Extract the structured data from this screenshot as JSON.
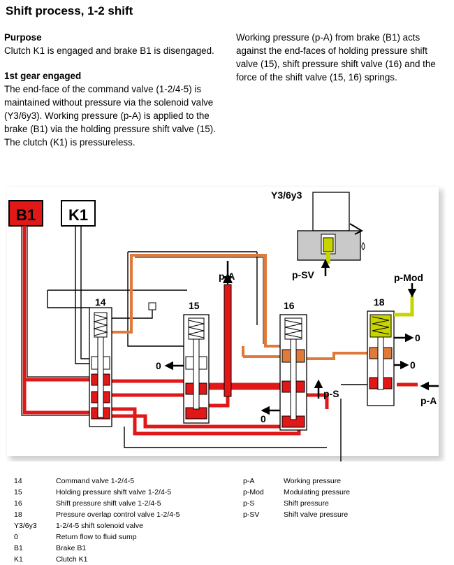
{
  "title": "Shift process, 1-2 shift",
  "purpose": {
    "heading": "Purpose",
    "text": "Clutch K1 is engaged and brake B1 is disengaged."
  },
  "first_gear": {
    "heading": "1st gear engaged",
    "text": "The end-face of the command valve (1-2/4-5) is maintained without pressure via the solenoid valve (Y3/6y3). Working pressure (p-A) is applied to the brake (B1) via the holding pressure shift valve (15). The clutch (K1) is pressureless."
  },
  "right_text": "Working pressure (p-A) from brake (B1) acts against the end-faces of holding pressure shift valve (15), shift pressure shift valve (16) and the force of the shift valve (15, 16) springs.",
  "diagram": {
    "box_b1": "B1",
    "box_k1": "K1",
    "solenoid": "Y3/6y3",
    "valve_14": "14",
    "valve_15": "15",
    "valve_16": "16",
    "valve_18": "18",
    "pa_top": "p-A",
    "p_sv": "p-SV",
    "p_mod": "p-Mod",
    "p_s": "p-S",
    "pa_right": "p-A",
    "zero_15": "0",
    "zero_16": "0",
    "zero_18a": "0",
    "zero_18b": "0"
  },
  "colors": {
    "red": "#e01818",
    "orange": "#e07a3a",
    "yellow_green": "#c8d400"
  },
  "legend_left": [
    {
      "key": "14",
      "desc": "Command valve 1-2/4-5"
    },
    {
      "key": "15",
      "desc": "Holding pressure shift valve 1-2/4-5"
    },
    {
      "key": "16",
      "desc": "Shift pressure shift valve 1-2/4-5"
    },
    {
      "key": "18",
      "desc": "Pressure overlap control valve 1-2/4-5"
    },
    {
      "key": "Y3/6y3",
      "desc": "1-2/4-5 shift solenoid valve"
    },
    {
      "key": "0",
      "desc": "Return flow to fluid sump"
    },
    {
      "key": "B1",
      "desc": "Brake B1"
    },
    {
      "key": "K1",
      "desc": "Clutch K1"
    }
  ],
  "legend_right": [
    {
      "key": "p-A",
      "desc": "Working pressure"
    },
    {
      "key": "p-Mod",
      "desc": "Modulating pressure"
    },
    {
      "key": "p-S",
      "desc": "Shift pressure"
    },
    {
      "key": "p-SV",
      "desc": "Shift valve pressure"
    }
  ]
}
